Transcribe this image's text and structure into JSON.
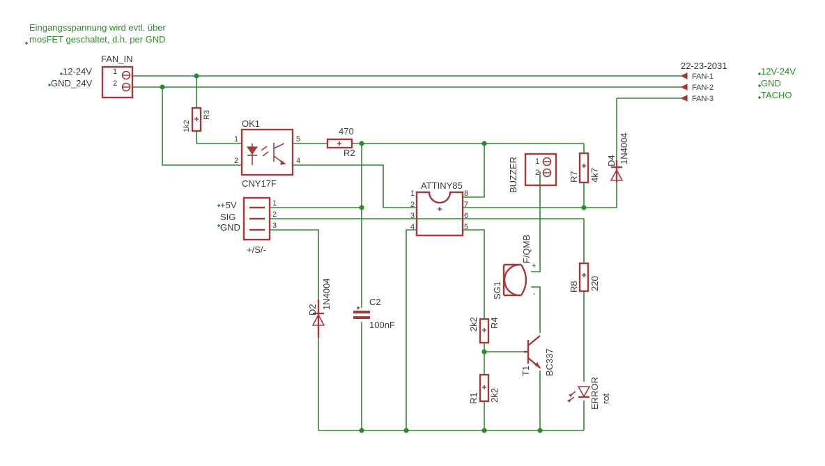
{
  "note": {
    "line1": "Eingangsspannung wird evtl. über",
    "line2": "mosFET geschaltet, d.h. per GND"
  },
  "input": {
    "name": "FAN_IN",
    "pin1_net": "12-24V",
    "pin2_net": "GND_24V",
    "pin1": "1",
    "pin2": "2"
  },
  "output": {
    "part": "22-23-2031",
    "pins": [
      "FAN-1",
      "FAN-2",
      "FAN-3"
    ],
    "nets": [
      "12V-24V",
      "GND",
      "TACHO"
    ]
  },
  "components": {
    "r3": {
      "name": "R3",
      "value": "1k2"
    },
    "ok1": {
      "name": "OK1",
      "type": "CNY17F",
      "pins": [
        "1",
        "2",
        "5",
        "4"
      ]
    },
    "r2": {
      "name": "R2",
      "value": "470"
    },
    "u1": {
      "name": "ATTINY85",
      "pins_left": [
        "1",
        "2",
        "3",
        "4"
      ],
      "pins_right": [
        "8",
        "7",
        "6",
        "5"
      ]
    },
    "buzzer": {
      "name": "BUZZER",
      "pins": [
        "1",
        "2"
      ]
    },
    "r7": {
      "name": "R7",
      "value": "4k7"
    },
    "d4": {
      "name": "D4",
      "value": "1N4004"
    },
    "header": {
      "name": "+/S/-",
      "pins": [
        "1",
        "2",
        "3"
      ],
      "nets": [
        "+5V",
        "SIG",
        "GND"
      ]
    },
    "d2": {
      "name": "D2",
      "value": "1N4004"
    },
    "c2": {
      "name": "C2",
      "value": "100nF"
    },
    "sg1": {
      "name": "SG1",
      "value": "F/QMB",
      "plus": "+",
      "minus": "-"
    },
    "r8": {
      "name": "R8",
      "value": "220"
    },
    "r4": {
      "name": "R4",
      "value": "2k2"
    },
    "t1": {
      "name": "T1",
      "value": "BC337"
    },
    "r1": {
      "name": "R1",
      "value": "2k2"
    },
    "led": {
      "name": "ERROR",
      "value": "rot"
    }
  },
  "colors": {
    "wire": "#2e8a2e",
    "part": "#a33a3a",
    "text": "#3a3a3a"
  }
}
